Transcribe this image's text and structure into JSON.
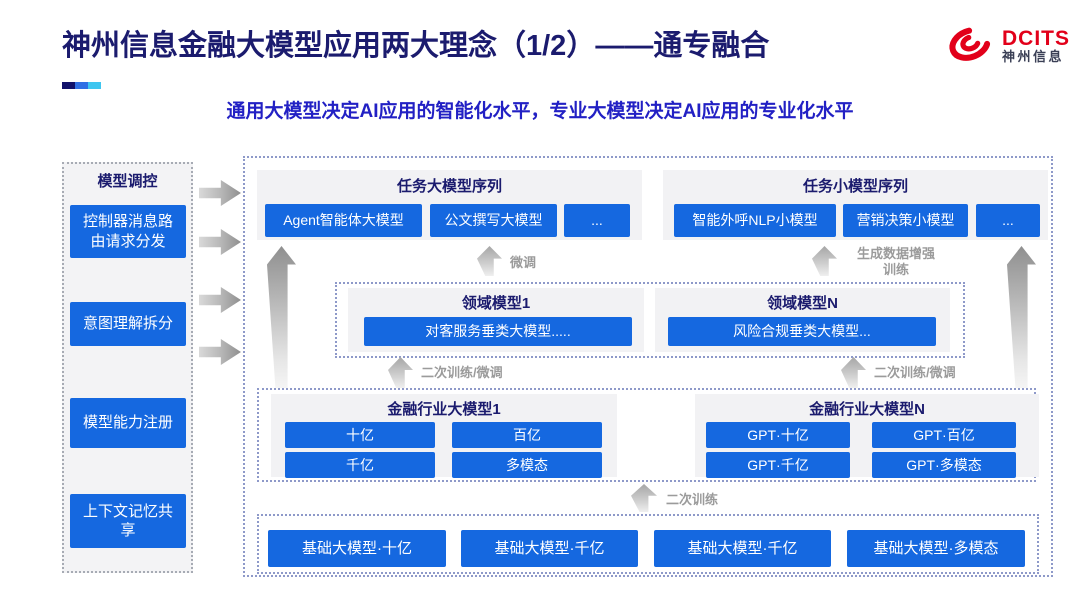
{
  "header": {
    "title": "神州信息金融大模型应用两大理念（1/2）——通专融合",
    "subtitle": "通用大模型决定AI应用的智能化水平，专业大模型决定AI应用的专业化水平",
    "logo": {
      "brand": "DCITS",
      "brand_cn": "神州信息"
    },
    "accent_bar": [
      "#12126b",
      "#2f6fe4",
      "#3ec6f0"
    ]
  },
  "sidebar": {
    "title": "模型调控",
    "items": [
      "控制器消息路由请求分发",
      "意图理解拆分",
      "模型能力注册",
      "上下文记忆共享"
    ]
  },
  "diagram": {
    "task_large": {
      "title": "任务大模型序列",
      "items": [
        "Agent智能体大模型",
        "公文撰写大模型",
        "..."
      ]
    },
    "task_small": {
      "title": "任务小模型序列",
      "items": [
        "智能外呼NLP小模型",
        "营销决策小模型",
        "..."
      ]
    },
    "domain": [
      {
        "title": "领域模型1",
        "item": "对客服务垂类大模型....."
      },
      {
        "title": "领域模型N",
        "item": "风险合规垂类大模型..."
      }
    ],
    "industry": [
      {
        "title": "金融行业大模型1",
        "items": [
          "十亿",
          "百亿",
          "千亿",
          "多模态"
        ]
      },
      {
        "title": "金融行业大模型N",
        "items": [
          "GPT·十亿",
          "GPT·百亿",
          "GPT·千亿",
          "GPT·多模态"
        ]
      }
    ],
    "base": [
      "基础大模型·十亿",
      "基础大模型·千亿",
      "基础大模型·千亿",
      "基础大模型·多模态"
    ],
    "labels": {
      "fine_tune": "微调",
      "gen_data_1": "生成数据增强",
      "gen_data_2": "训练",
      "retrain_ft_left": "二次训练/微调",
      "retrain_ft_right": "二次训练/微调",
      "retrain": "二次训练"
    }
  },
  "colors": {
    "button_blue": "#1568e0",
    "title_navy": "#1b1b6e",
    "subtitle_blue": "#2220c4",
    "logo_red": "#e2001a",
    "label_gray": "#9b9b9b",
    "group_gray": "#f2f2f4",
    "dotted_border": "#8e99c9"
  }
}
